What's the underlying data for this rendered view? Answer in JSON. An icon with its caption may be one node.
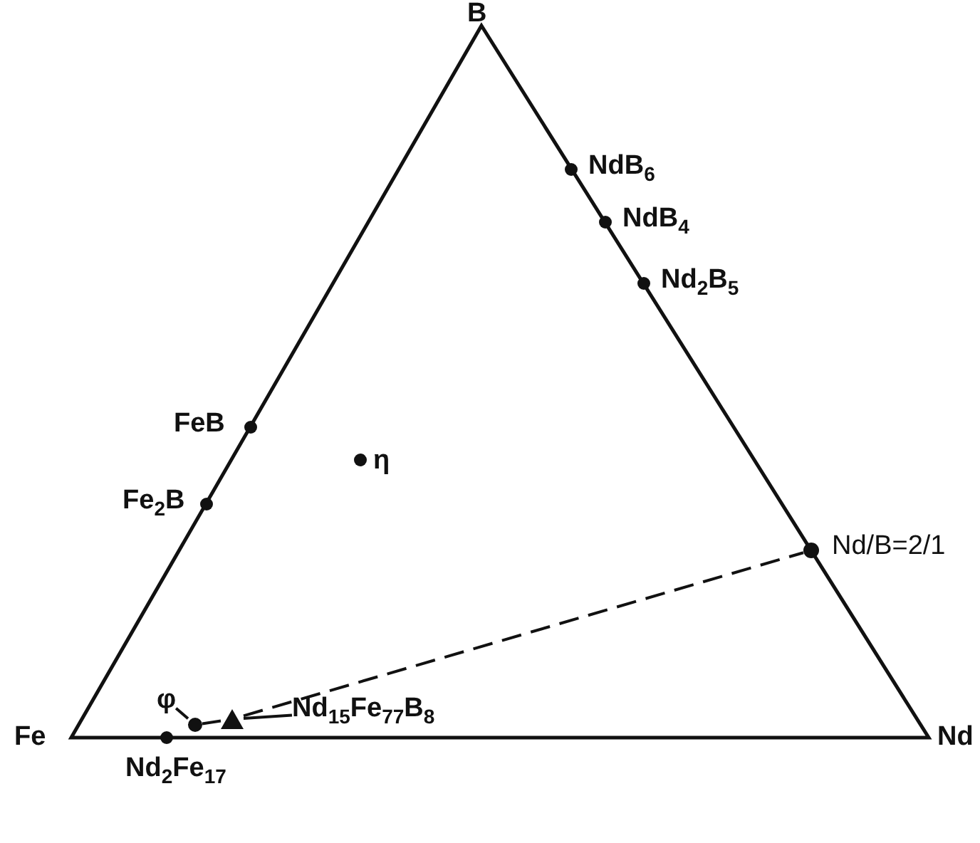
{
  "diagram": {
    "nodes": [
      {
        "text": [
          "Nd$_{15}$Fe$_{77}$B$_{8}$"
        ]
      },
      {
        "text": [],
        "shape": "triangle"
      },
      {
        "text": [],
        "shape": "circle",
        "beside": [
          "Nd/B=2/1"
        ]
      },
      {
        "text": [
          "φ"
        ]
      },
      {
        "text": [],
        "shape": "circle"
      }
    ],
    "edges": [
      {
        "from": 3,
        "to": 4,
        "arrow": "none",
        "style": "dashed"
      },
      {
        "from": 4,
        "to": 1,
        "arrow": "none"
      },
      {
        "from": 1,
        "to": 2,
        "arrow": "none",
        "style": "dashed"
      },
      {
        "from": 0,
        "to": 1,
        "arrow": "none"
      }
    ],
    "labels": [
      "B",
      "NdB$_{6}$",
      "NdB$_{4}$",
      "Nd$_{2}$B$_{5}$",
      "FeB",
      "η",
      "Fe$_{2}$B",
      "Fe",
      "Nd",
      "Nd$_{2}$Fe$_{17}$"
    ]
  }
}
